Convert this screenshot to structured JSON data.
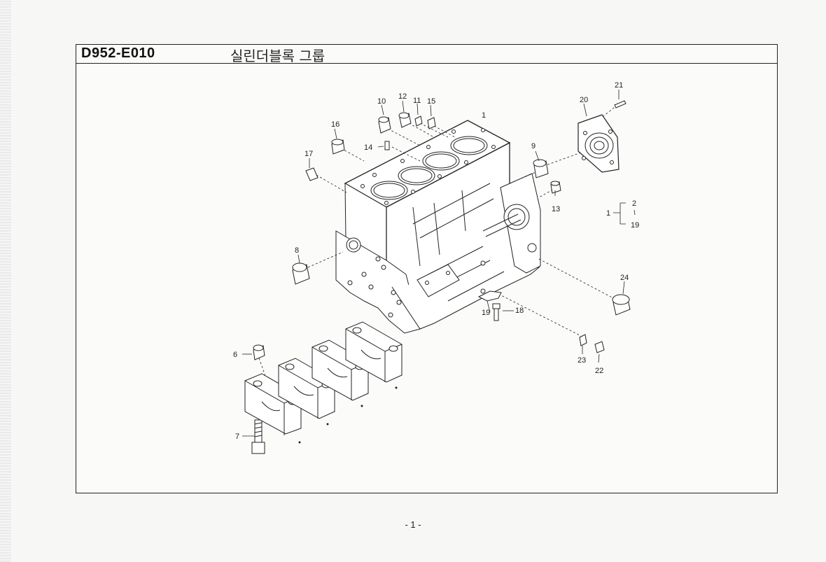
{
  "header": {
    "code": "D952-E010",
    "title_korean": "실린더블록 그룹"
  },
  "parts_labels": [
    "1",
    "2",
    "19",
    "6",
    "7",
    "8",
    "9",
    "10",
    "11",
    "12",
    "13",
    "14",
    "15",
    "16",
    "17",
    "18",
    "19",
    "20",
    "21",
    "22",
    "23",
    "24"
  ],
  "legend": {
    "parent": "1",
    "children": [
      "2",
      "19"
    ]
  },
  "footer": {
    "page_number": "- 1 -"
  }
}
